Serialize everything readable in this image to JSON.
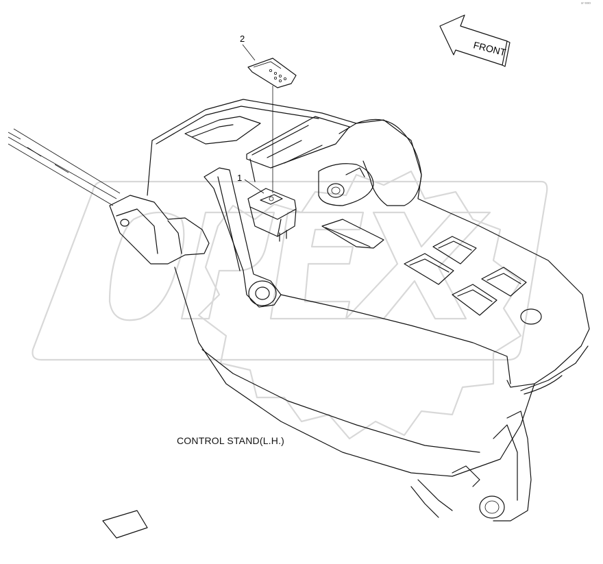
{
  "caption": "CONTROL STAND(L.H.)",
  "front_arrow_label": "FRONT",
  "callouts": [
    {
      "label": "1"
    },
    {
      "label": "2"
    }
  ],
  "watermark": "OPEX",
  "corner_code": "a~ooo"
}
